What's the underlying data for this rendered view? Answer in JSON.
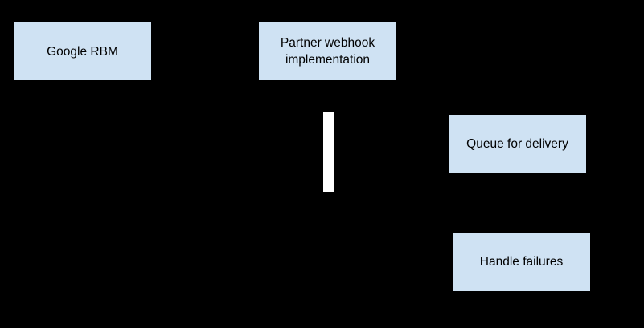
{
  "diagram": {
    "background_color": "#000000",
    "node_fill_color": "#cfe2f3",
    "node_text_color": "#000000",
    "activation_bar_color": "#ffffff",
    "nodes": [
      {
        "id": "google-rbm",
        "label": "Google RBM"
      },
      {
        "id": "partner-webhook",
        "label": "Partner webhook implementation"
      },
      {
        "id": "queue-for-delivery",
        "label": "Queue for delivery"
      },
      {
        "id": "handle-failures",
        "label": "Handle failures"
      }
    ]
  }
}
